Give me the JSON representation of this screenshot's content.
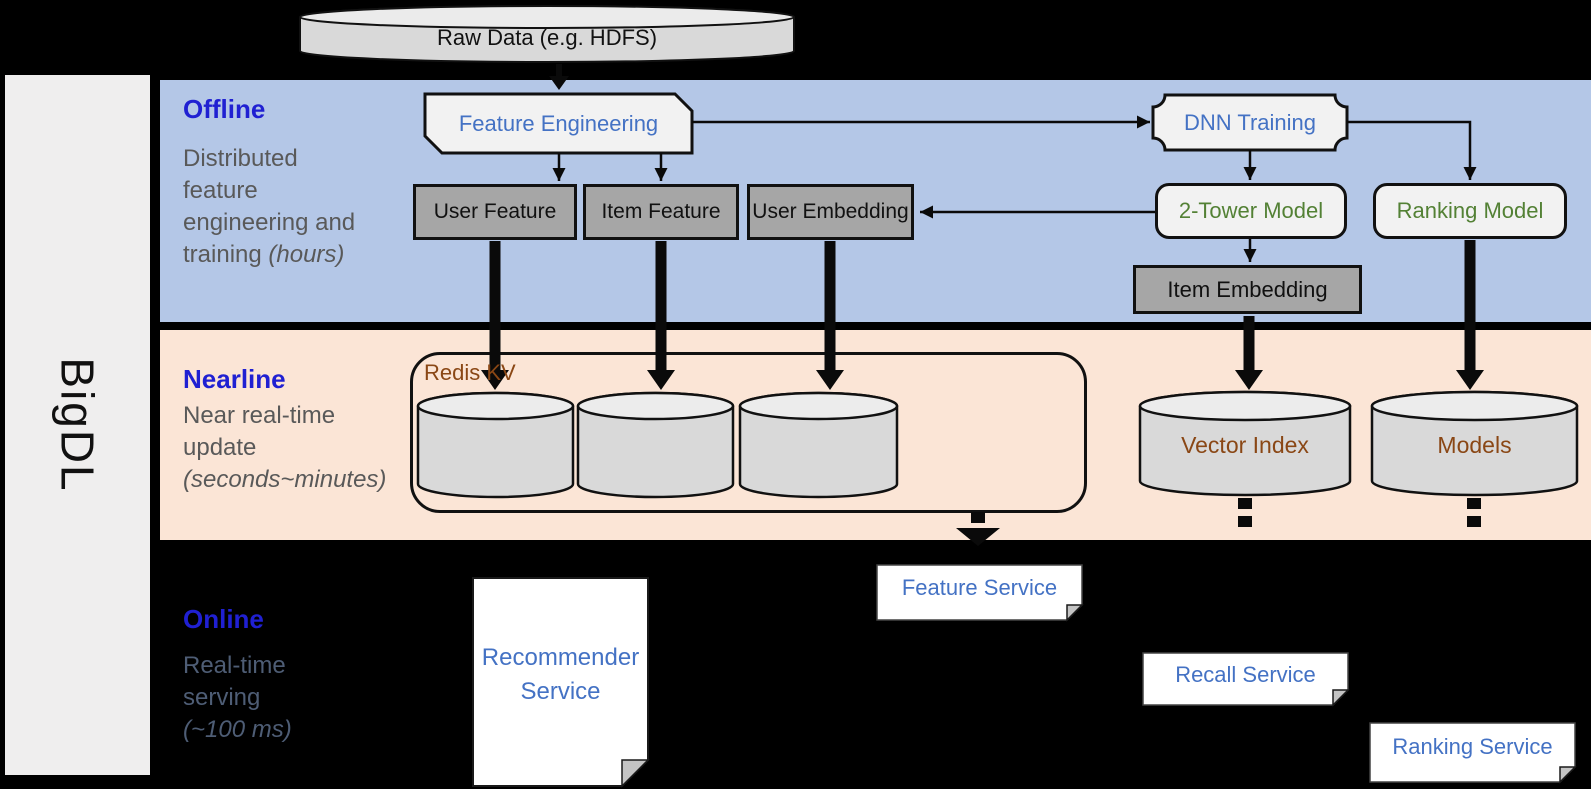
{
  "brand": {
    "name": "BigDL"
  },
  "raw_data": {
    "label": "Raw Data (e.g. HDFS)"
  },
  "sections": {
    "offline": {
      "title": "Offline",
      "line1": "Distributed",
      "line2": "feature",
      "line3": "engineering and",
      "line4_normal": "training ",
      "line4_italic": "(hours)"
    },
    "nearline": {
      "title": "Nearline",
      "line1": "Near real-time",
      "line2": "update",
      "line3_italic": "(seconds~minutes)"
    },
    "online": {
      "title": "Online",
      "line1": "Real-time",
      "line2": "serving",
      "line3_italic": "(~100 ms)"
    }
  },
  "nodes": {
    "feature_engineering": "Feature Engineering",
    "user_feature": "User Feature",
    "item_feature": "Item Feature",
    "user_embedding": "User Embedding",
    "dnn_training": "DNN Training",
    "two_tower_model": "2-Tower Model",
    "ranking_model": "Ranking Model",
    "item_embedding": "Item Embedding",
    "redis_kv": "Redis KV",
    "vector_index": "Vector Index",
    "models": "Models",
    "recommender_service": "Recommender Service",
    "feature_service": "Feature Service",
    "recall_service": "Recall Service",
    "ranking_service": "Ranking Service"
  },
  "palette": {
    "offline_band": "#b4c7e7",
    "nearline_band": "#fbe5d6",
    "online_background": "#000000",
    "sidebar_fill": "#efeeee",
    "section_title_blue": "#2020d2",
    "band_subtitle_gray": "#595959",
    "online_subtitle_slate": "#4e5d75",
    "node_blue_text": "#4472c4",
    "node_green_text": "#538135",
    "storage_brown_text": "#8a4715",
    "gray_box_fill": "#a6a6a6",
    "light_box_fill": "#f2f2f2",
    "cylinder_fill": "#d9d9d9",
    "arrow_black": "#0a0a0a"
  }
}
